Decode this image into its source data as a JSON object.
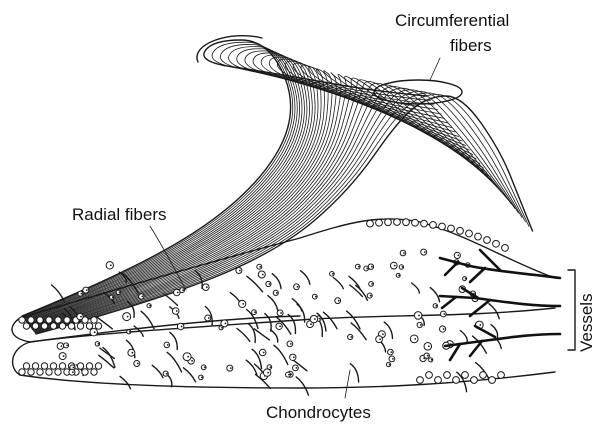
{
  "labels": {
    "circumferential_fibers": [
      "Circumferential",
      "fibers"
    ],
    "radial_fibers": "Radial fibers",
    "vessels": "Vessels",
    "chondrocytes": "Chondrocytes"
  }
}
